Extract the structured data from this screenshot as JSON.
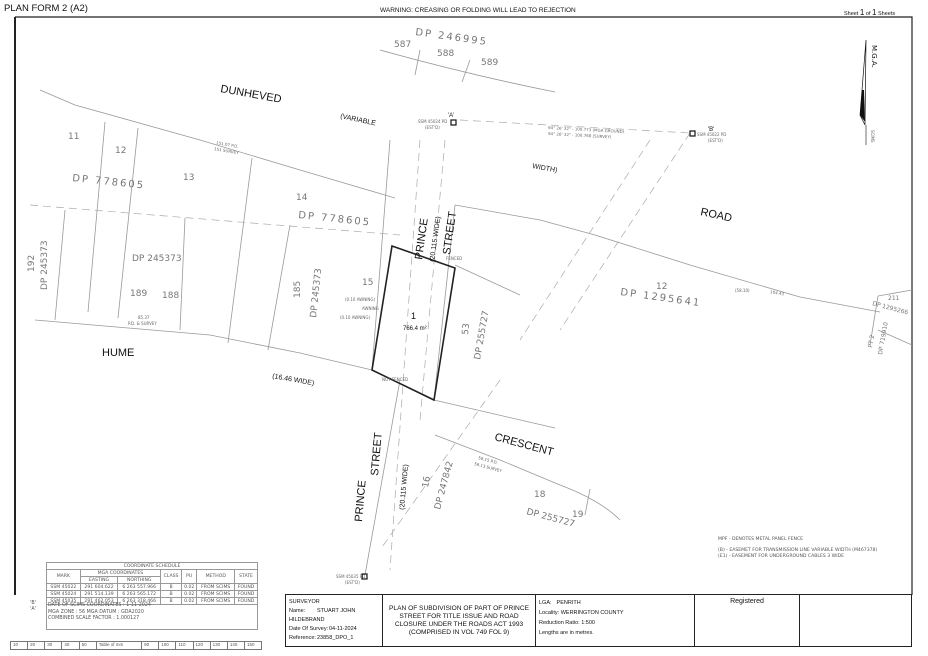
{
  "header": {
    "form": "PLAN FORM 2 (A2)",
    "warning": "WARNING: CREASING OR FOLDING WILL LEAD TO REJECTION",
    "sheet_label": "Sheet",
    "sheet_num": "1",
    "of_label": "of",
    "sheet_total": "1",
    "sheets_label": "Sheets"
  },
  "north_arrow": {
    "label": "M.G.A.",
    "sub": "SCIMS"
  },
  "roads": {
    "dunheved": "DUNHEVED",
    "variable": "(VARIABLE",
    "width": "WIDTH)",
    "road": "ROAD",
    "hume": "HUME",
    "hume_width": "(16.46 WIDE)",
    "prince_upper": "PRINCE",
    "street_upper": "STREET",
    "prince_upper_width": "(20.115 WIDE)",
    "prince_lower": "PRINCE",
    "street_lower": "STREET",
    "prince_lower_width": "(20.115 WIDE)",
    "crescent": "CRESCENT"
  },
  "lots": {
    "l587": "587",
    "l588": "588",
    "l589": "589",
    "dp246995": "DP 246995",
    "l11": "11",
    "l12": "12",
    "l13": "13",
    "l14": "14",
    "l15": "15",
    "dp778605a": "DP 778605",
    "dp778605b": "DP 778605",
    "dp245373a": "DP 245373",
    "l189": "189",
    "l188": "188",
    "l192": "192",
    "dp245373b": "DP 245373",
    "l185": "185",
    "dp245373c": "DP 245373",
    "lot1": "1",
    "lot1_area": "766.4 m²",
    "l53": "53",
    "dp255727a": "DP 255727",
    "l12b": "12",
    "dp1295641": "DP 1295641",
    "l211": "211",
    "dp1295266": "DP 1295266",
    "pt2": "PT 2",
    "dp719910": "DP 719910",
    "l16": "16",
    "dp247842": "DP 247842",
    "l18": "18",
    "l19": "19",
    "dp255727b": "DP 255727"
  },
  "marks": {
    "a_label": "'A'",
    "a_mark": "SSM 45024 PD",
    "a_est": "(EST'D)",
    "b_label": "'B'",
    "b_mark": "SSM 45022 PD",
    "b_est": "(EST'D)",
    "c_mark": "SSM 45035 PD",
    "c_est": "(EST'D)",
    "ab_mga": "94° 26' 32\" - 100.773 (MGA GROUND)",
    "ab_survey": "94° 26' 32\" - 100.768 (SURVEY)",
    "awning1": "(0.10 AWNING)",
    "awning2": "AWNING",
    "awning3": "(0.10 AWNING)",
    "fenced": "FENCED",
    "not_fenced": "NOT FENCED",
    "hume_dist": "85.37",
    "hume_pd": "P.D. & SURVEY",
    "dun_dist": "151.07 P.D.",
    "dun_survey": "151 SURVEY",
    "cres_pd": "58.15 P.D.",
    "cres_survey": "58.13 SURVEY",
    "road_dist": "(58.10)",
    "road_dist2": "104.43"
  },
  "legend": {
    "mpf": "MPF - DENOTES METAL PANEL FENCE",
    "b": "(B) - EASEMET FOR TRANSMISSION LINE VARIABLE WIDTH (M467378)",
    "e1": "(E1) - EASEMENT FOR UNDERGROUND CABLES 3 WIDE"
  },
  "coordinate_schedule": {
    "title": "COORDINATE SCHEDULE",
    "headers": {
      "mark": "MARK",
      "mga": "MGA COORDINATES",
      "easting": "EASTING",
      "northing": "NORTHING",
      "class": "CLASS",
      "pu": "PU",
      "method": "METHOD",
      "state": "STATE"
    },
    "rows": [
      {
        "ref": "'B'",
        "mark": "SSM 45022",
        "easting": "291 604.622",
        "northing": "6 263 557.966",
        "class": "B",
        "pu": "0.02",
        "method": "FROM SCIMS",
        "state": "FOUND"
      },
      {
        "ref": "'A'",
        "mark": "SSM 45024",
        "easting": "291 514.139",
        "northing": "6 263 565.172",
        "class": "B",
        "pu": "0.02",
        "method": "FROM SCIMS",
        "state": "FOUND"
      },
      {
        "ref": "",
        "mark": "SSM 45035",
        "easting": "291 462.053",
        "northing": "6 263 318.466",
        "class": "B",
        "pu": "0.02",
        "method": "FROM SCIMS",
        "state": "FOUND"
      }
    ],
    "notes": [
      "DATE OF SCIMS COORDINATES : 1-11-2024",
      "MGA ZONE : 56   MGA DATUM : GDA2020",
      "COMBINED SCALE FACTOR : 1.000127"
    ]
  },
  "scale_bar": [
    "10",
    "20",
    "30",
    "40",
    "50",
    "Table of mm",
    "90",
    "100",
    "110",
    "120",
    "130",
    "140",
    "150"
  ],
  "title_block": {
    "surveyor_heading": "SURVEYOR",
    "name_label": "Name:",
    "name": "STUART JOHN HILDEBRAND",
    "date_label": "Date Of Survey:",
    "date": "04-11-2024",
    "ref_label": "Reference:",
    "ref": "23858_DPO_1",
    "plan_title": "PLAN OF SUBDIVISION OF PART OF PRINCE STREET FOR TITLE ISSUE AND ROAD CLOSURE UNDER THE ROADS ACT 1993 (COMPRISED IN VOL 749 FOL 9)",
    "lga_label": "LGA:",
    "lga": "PENRITH",
    "locality_label": "Locality:",
    "locality": "WERRINGTON COUNTY",
    "ratio_label": "Reduction Ratio:",
    "ratio": "1:500",
    "lengths": "Lengths are in metres.",
    "registered": "Registered"
  }
}
